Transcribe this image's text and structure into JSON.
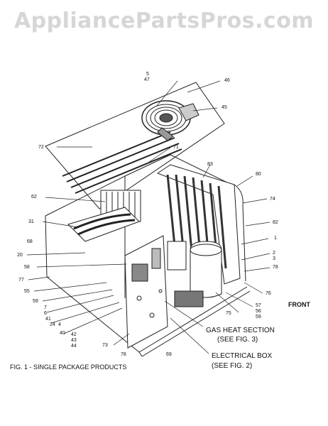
{
  "watermark": "AppliancePartsPros.com",
  "figure_caption": "FIG. 1 - SINGLE PACKAGE PRODUCTS",
  "front_label": "FRONT",
  "sections": {
    "gas_heat": {
      "title": "GAS HEAT SECTION",
      "ref": "(SEE FIG. 3)"
    },
    "electrical_box": {
      "title": "ELECTRICAL BOX",
      "ref": "(SEE FIG. 2)"
    }
  },
  "callouts": {
    "c5": "5",
    "c47": "47",
    "c46": "46",
    "c45": "45",
    "c72": "72",
    "c71": "71",
    "c83": "83",
    "c80": "80",
    "c62": "62",
    "c74": "74",
    "c31": "31",
    "c82": "82",
    "c68": "68",
    "c1": "1",
    "c20": "20",
    "c2": "2",
    "c3": "3",
    "c58": "58",
    "c78a": "78",
    "c77": "77",
    "c55": "55",
    "c59a": "59",
    "c7": "7",
    "c6": "6",
    "c41": "41",
    "c24": "24",
    "c4": "4",
    "c40": "40",
    "c42": "42",
    "c43": "43",
    "c44": "44",
    "c73": "73",
    "c78b": "78",
    "c69": "69",
    "c76": "76",
    "c75": "75",
    "c57": "57",
    "c56": "56",
    "c59b": "59"
  }
}
